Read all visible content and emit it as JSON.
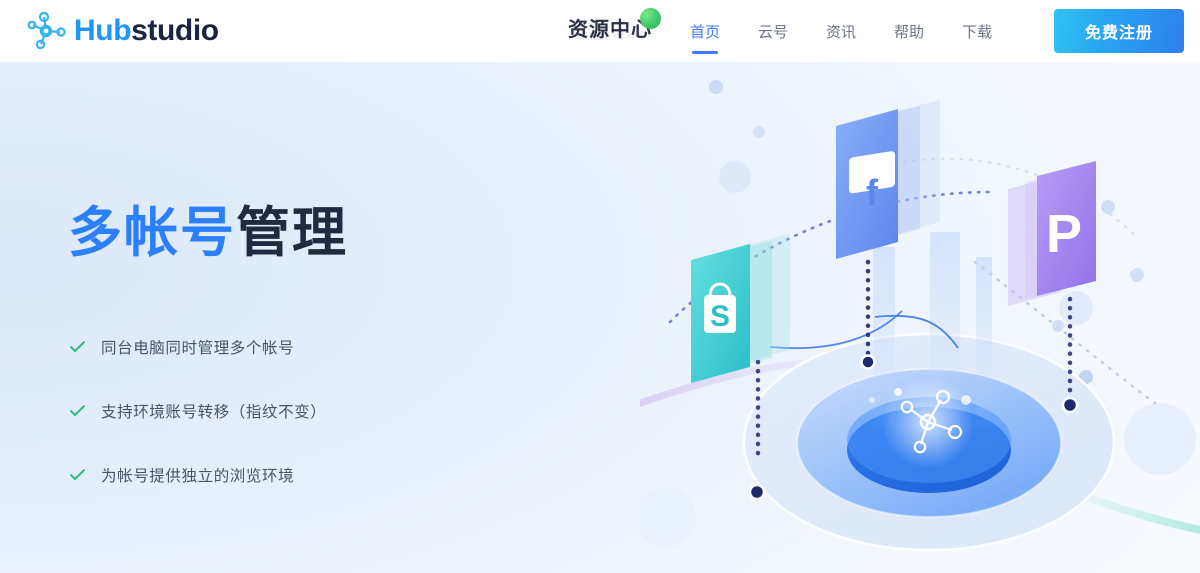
{
  "header": {
    "logo": {
      "icon_name": "network-hub-icon",
      "text_primary": "Hub",
      "text_secondary": "studio",
      "color_primary": "#2196f3",
      "color_secondary": "#1b2440"
    },
    "resource_center": {
      "label": "资源中心",
      "badge_name": "green-dot-badge",
      "badge_color": "#3fc76a"
    },
    "nav": [
      {
        "label": "首页",
        "active": true
      },
      {
        "label": "云号",
        "active": false
      },
      {
        "label": "资讯",
        "active": false
      },
      {
        "label": "帮助",
        "active": false
      },
      {
        "label": "下载",
        "active": false
      }
    ],
    "register_button": {
      "label": "免费注册",
      "gradient_from": "#2fc3f5",
      "gradient_to": "#2d7ff0"
    },
    "active_color": "#3d7dfc",
    "inactive_color": "#6c7487"
  },
  "hero": {
    "title_highlight": "多帐号",
    "title_rest": "管理",
    "title_highlight_color": "#2b7ffb",
    "title_rest_color": "#222a41",
    "bullets": [
      {
        "icon_name": "check-icon",
        "text": "同台电脑同时管理多个帐号"
      },
      {
        "icon_name": "check-icon",
        "text": "支持环境账号转移（指纹不变）"
      },
      {
        "icon_name": "check-icon",
        "text": "为帐号提供独立的浏览环境"
      }
    ],
    "check_color": "#2fb87a",
    "background_from": "#dce8fa",
    "background_to": "#f7fafe",
    "illustration": {
      "name": "multi-account-platform-illustration",
      "cards": [
        {
          "name": "facebook-card",
          "brand": "Facebook",
          "glyph": "f",
          "color": "#6d97f5"
        },
        {
          "name": "shopify-card",
          "brand": "Shopify",
          "glyph": "S",
          "color": "#3ccfd6"
        },
        {
          "name": "paypal-card",
          "brand": "PayPal",
          "glyph": "P",
          "color": "#a285ef"
        }
      ],
      "hub_icon_name": "network-hub-icon"
    }
  }
}
